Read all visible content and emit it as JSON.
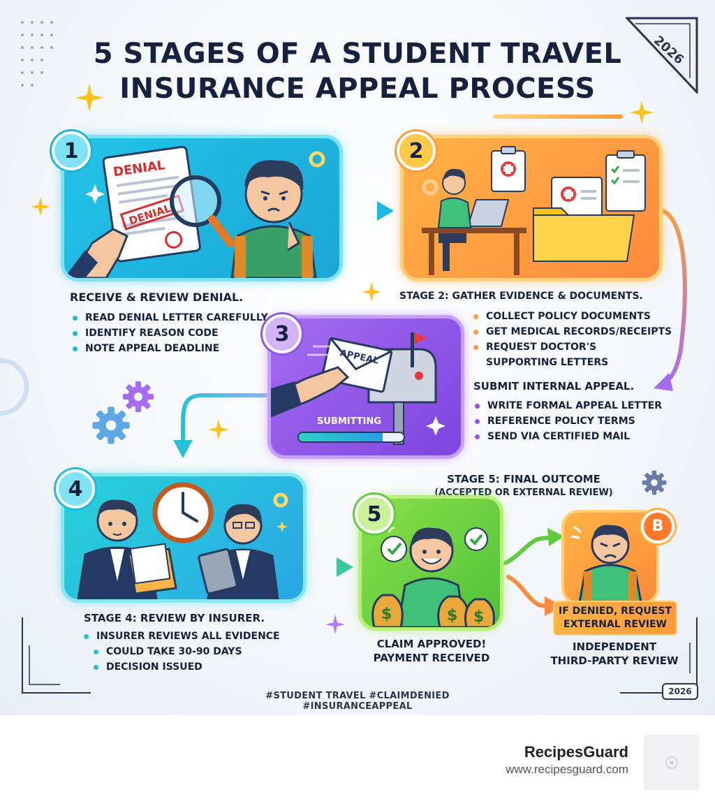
{
  "title_line1": "5 STAGES OF A STUDENT TRAVEL",
  "title_line2": "INSURANCE APPEAL PROCESS",
  "corner_year": "2026",
  "footer_year": "2026",
  "stages": [
    {
      "badge": "1",
      "heading": "RECEIVE & REVIEW DENIAL.",
      "bullets": [
        "READ DENIAL LETTER CAREFULLY",
        "IDENTIFY REASON CODE",
        "NOTE APPEAL DEADLINE"
      ],
      "illustration_text": [
        "DENIAL",
        "DENIAL"
      ],
      "color": "#1fb8e0"
    },
    {
      "badge": "2",
      "heading": "STAGE 2: GATHER EVIDENCE & DOCUMENTS.",
      "bullets": [
        "COLLECT POLICY DOCUMENTS",
        "GET MEDICAL RECORDS/RECEIPTS",
        "REQUEST DOCTOR'S",
        "SUPPORTING LETTERS"
      ],
      "color": "#ff9a3c"
    },
    {
      "badge": "3",
      "heading": "SUBMIT INTERNAL APPEAL.",
      "bullets": [
        "WRITE FORMAL APPEAL LETTER",
        "REFERENCE POLICY TERMS",
        "SEND VIA CERTIFIED MAIL"
      ],
      "envelope_text": "APPEAL",
      "progress_label": "SUBMITTING",
      "progress": 0.8,
      "color": "#8e55e8"
    },
    {
      "badge": "4",
      "heading": "STAGE 4: REVIEW BY INSURER.",
      "bullets": [
        "INSURER REVIEWS ALL EVIDENCE",
        "COULD TAKE 30-90 DAYS",
        "DECISION ISSUED"
      ],
      "color": "#27c0d8"
    },
    {
      "badge": "5",
      "heading_line1": "STAGE 5: FINAL OUTCOME",
      "heading_line2": "(ACCEPTED OR EXTERNAL REVIEW)",
      "caption_line1": "CLAIM APPROVED!",
      "caption_line2": "PAYMENT RECEIVED",
      "color": "#5fcc3e"
    }
  ],
  "branch_b": {
    "badge": "B",
    "banner_line1": "IF DENIED, REQUEST",
    "banner_line2": "EXTERNAL REVIEW",
    "caption_line1": "INDEPENDENT",
    "caption_line2": "THIRD-PARTY REVIEW"
  },
  "hashtags": "#STUDENT TRAVEL  #CLAIMDENIED  #INSURANCEAPPEAL",
  "footer": {
    "brand": "RecipesGuard",
    "url": "www.recipesguard.com"
  }
}
